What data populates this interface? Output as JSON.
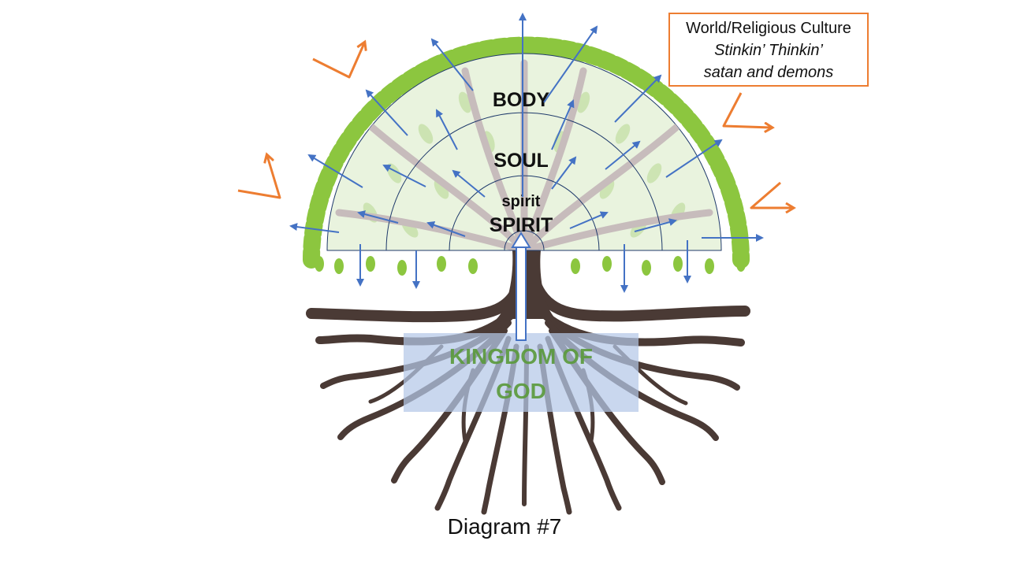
{
  "diagram": {
    "layers": {
      "outer": "BODY",
      "middle": "SOUL",
      "inner_small": "spirit",
      "inner": "SPIRIT"
    },
    "roots_label_line1": "KINGDOM OF",
    "roots_label_line2": "GOD",
    "influence_box": {
      "line1": "World/Religious Culture",
      "line2": "Stinkin’  Thinkin’",
      "line3": "satan and demons"
    },
    "caption": "Diagram #7",
    "colors": {
      "arrow_blue": "#4472c4",
      "attack_orange": "#ed7d31",
      "leaf_green": "#8cc63f",
      "trunk_brown": "#4a3a35",
      "kingdom_box": "#b4c7e7",
      "kingdom_text": "#5a9a3a"
    }
  }
}
